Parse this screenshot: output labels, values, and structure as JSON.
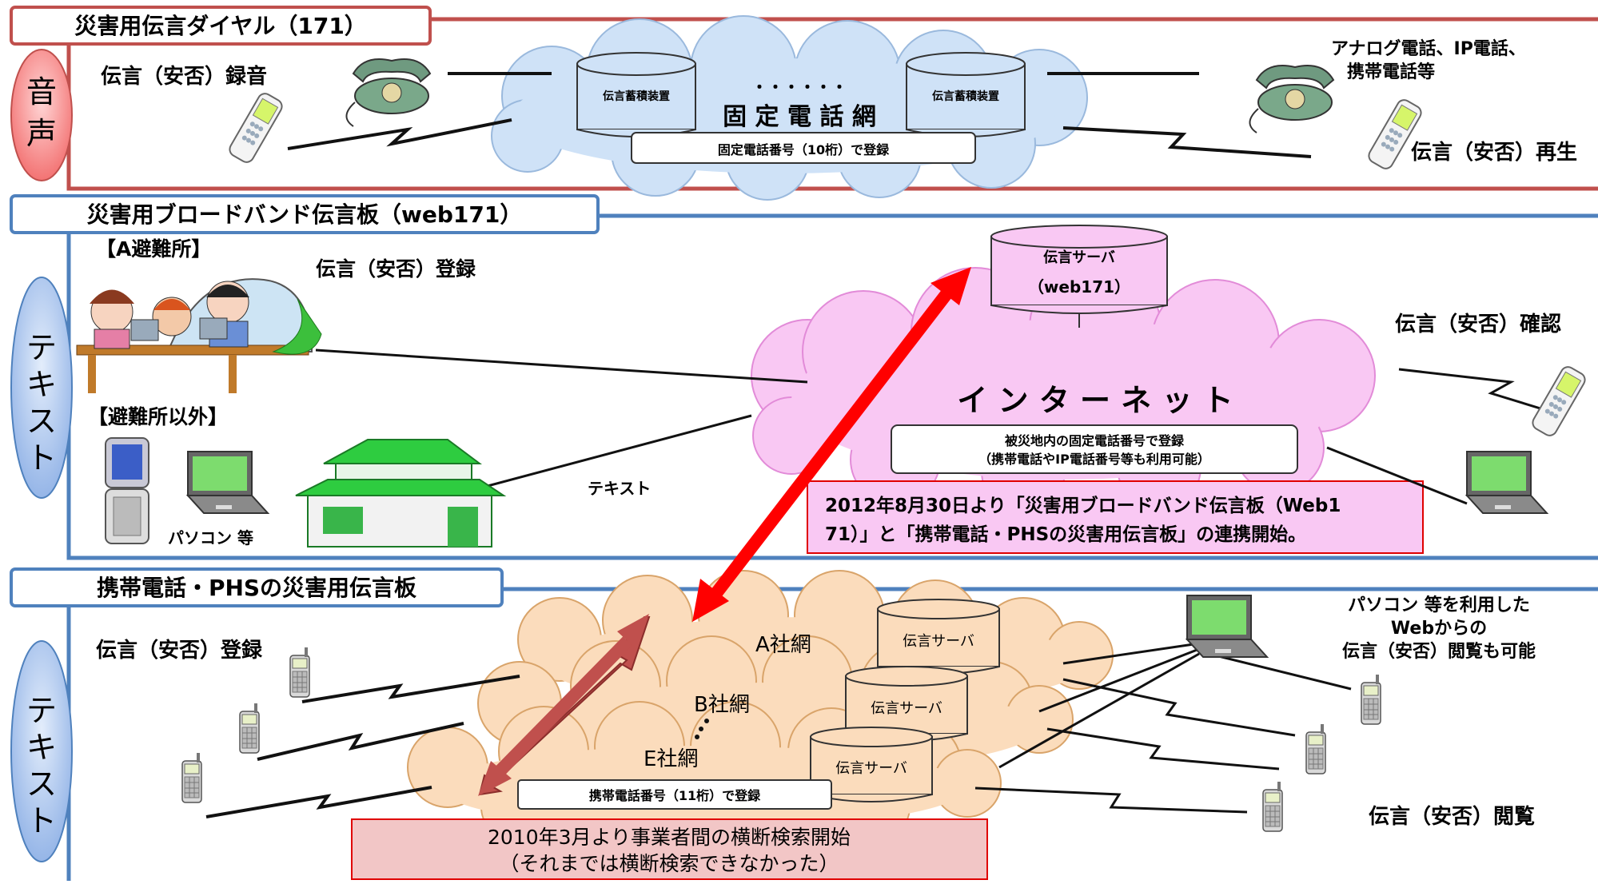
{
  "section_voice": {
    "title": "災害用伝言ダイヤル（171）",
    "side_label": "音声",
    "record_label": "伝言（安否）録音",
    "device_list": [
      "アナログ電話、IP電話、",
      "携帯電話等"
    ],
    "playback_label": "伝言（安否）再生",
    "storage_left": "伝言蓄積装置",
    "storage_right": "伝言蓄積装置",
    "dots": "・・・・・・",
    "network_name": "固 定 電 話 網",
    "register_note": "固定電話番号（10桁）で登録"
  },
  "section_web": {
    "title": "災害用ブロードバンド伝言板（web171）",
    "side_label": "テキスト",
    "shelter_a": "【A避難所】",
    "register_label": "伝言（安否）登録",
    "outside_shelter": "【避難所以外】",
    "pc_label": "パソコン 等",
    "text_label": "テキスト",
    "server_lines": [
      "伝言サーバ",
      "（web171）"
    ],
    "internet": "イ ン タ ー ネ ッ ト",
    "internet_note_lines": [
      "被災地内の固定電話番号で登録",
      "（携帯電話やIP電話番号等も利用可能）"
    ],
    "confirm_label": "伝言（安否）確認",
    "link_note_lines": [
      "2012年8月30日より「災害用ブロードバンド伝言板（Web1",
      "71）」と「携帯電話・PHSの災害用伝言板」の連携開始。"
    ]
  },
  "section_mobile": {
    "title": "携帯電話・PHSの災害用伝言板",
    "side_label": "テキスト",
    "register_label": "伝言（安否）登録",
    "net_a": "A社網",
    "net_b": "B社網",
    "net_e": "E社網",
    "server_a": "伝言サーバ",
    "server_b": "伝言サーバ",
    "server_e": "伝言サーバ",
    "register_note": "携帯電話番号（11桁）で登録",
    "pc_note_lines": [
      "パソコン 等を利用した",
      "Webからの",
      "伝言（安否）閲覧も可能"
    ],
    "view_label": "伝言（安否）閲覧",
    "search_note_lines": [
      "2010年3月より事業者間の横断検索開始",
      "（それまでは横断検索できなかった）"
    ]
  },
  "colors": {
    "voice_border": "#c0504d",
    "web_border": "#4f81bd",
    "cloud_voice": "#cfe2f7",
    "cloud_internet": "#f9c8f3",
    "cloud_mobile": "#fbdcbc",
    "arrow_red": "#ff0000",
    "arrow_dark": "#c0504d",
    "server_pink": "#f9c8f3"
  }
}
